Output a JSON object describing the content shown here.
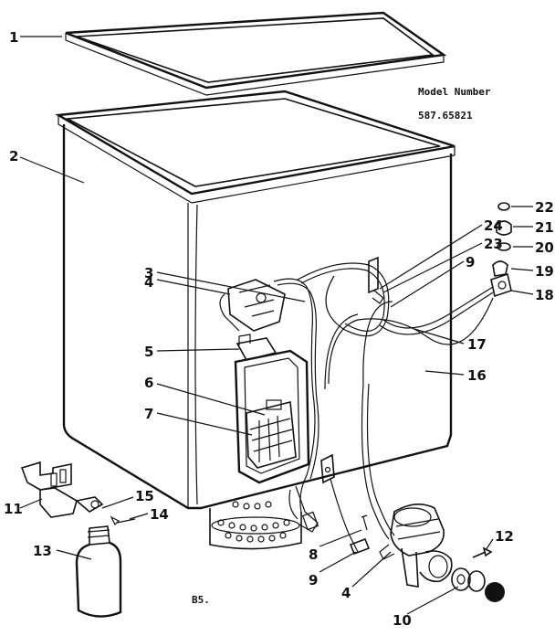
{
  "model": {
    "label": "Model Number",
    "number": "587.65821"
  },
  "page_code": "B5.",
  "callouts": {
    "c1": "1",
    "c2": "2",
    "c3": "3",
    "c4a": "4",
    "c4b": "4",
    "c5": "5",
    "c6": "6",
    "c7": "7",
    "c8": "8",
    "c9a": "9",
    "c9b": "9",
    "c10": "10",
    "c11": "11",
    "c12": "12",
    "c13": "13",
    "c14": "14",
    "c15": "15",
    "c16": "16",
    "c17": "17",
    "c18": "18",
    "c19": "19",
    "c20": "20",
    "c21": "21",
    "c22": "22",
    "c23": "23",
    "c24": "24"
  }
}
